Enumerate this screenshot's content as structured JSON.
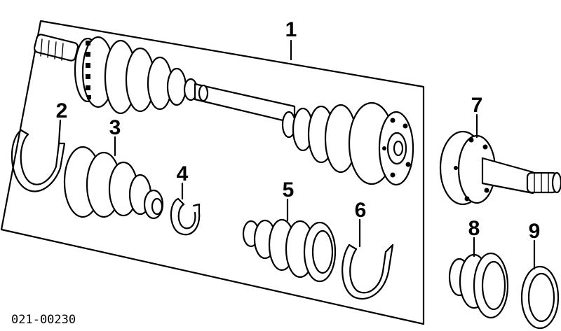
{
  "diagram": {
    "drawing_code": "021-00230",
    "callouts": [
      {
        "id": "1",
        "label": "1"
      },
      {
        "id": "2",
        "label": "2"
      },
      {
        "id": "3",
        "label": "3"
      },
      {
        "id": "4",
        "label": "4"
      },
      {
        "id": "5",
        "label": "5"
      },
      {
        "id": "6",
        "label": "6"
      },
      {
        "id": "7",
        "label": "7"
      },
      {
        "id": "8",
        "label": "8"
      },
      {
        "id": "9",
        "label": "9"
      }
    ],
    "colors": {
      "ink": "#000000",
      "paper": "#ffffff"
    }
  }
}
